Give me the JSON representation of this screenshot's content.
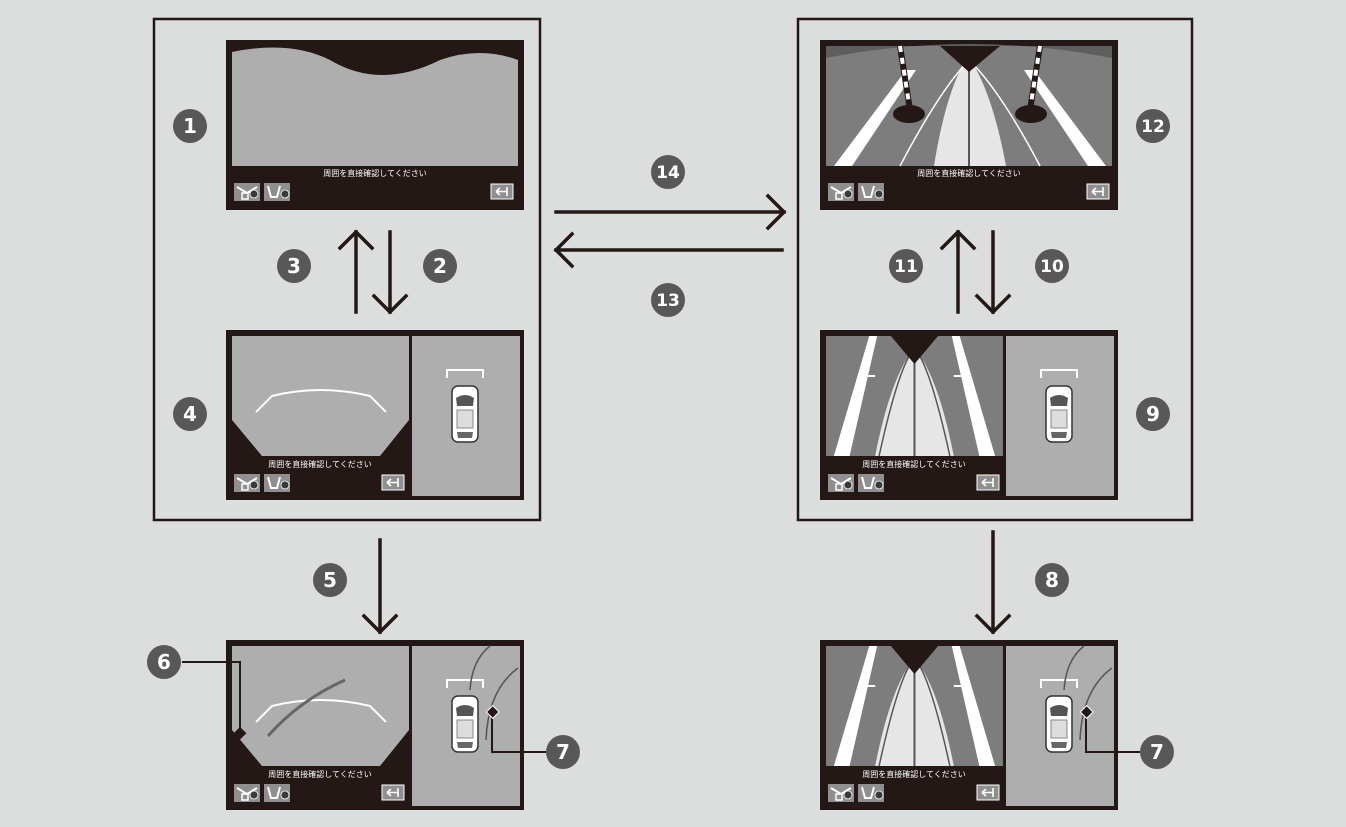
{
  "screen_message": "周囲を直接確認してください",
  "badges": {
    "b1": "1",
    "b2": "2",
    "b3": "3",
    "b4": "4",
    "b5": "5",
    "b6": "6",
    "b7a": "7",
    "b7b": "7",
    "b8": "8",
    "b9": "9",
    "b10": "10",
    "b11": "11",
    "b12": "12",
    "b13": "13",
    "b14": "14"
  },
  "icons": {
    "front_camera": "front-camera-sensor-icon",
    "rear_camera": "rear-camera-sensor-icon",
    "exit": "exit-view-icon",
    "car": "car-top-view-icon"
  },
  "colors": {
    "background": "#dcdddd",
    "frame": "#231815",
    "badge": "#595757",
    "screen_gray": "#aeaeae",
    "road_gray": "#7d7d7d"
  }
}
